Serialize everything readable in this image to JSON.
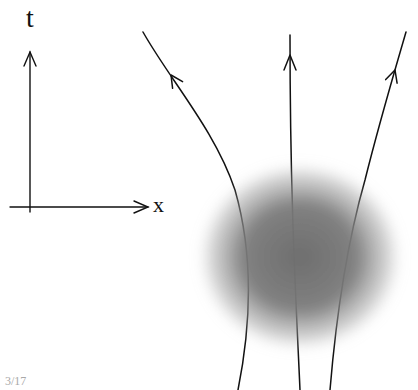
{
  "diagram": {
    "labels": [
      "t",
      "x⃗",
      "3/17"
    ]
  }
}
